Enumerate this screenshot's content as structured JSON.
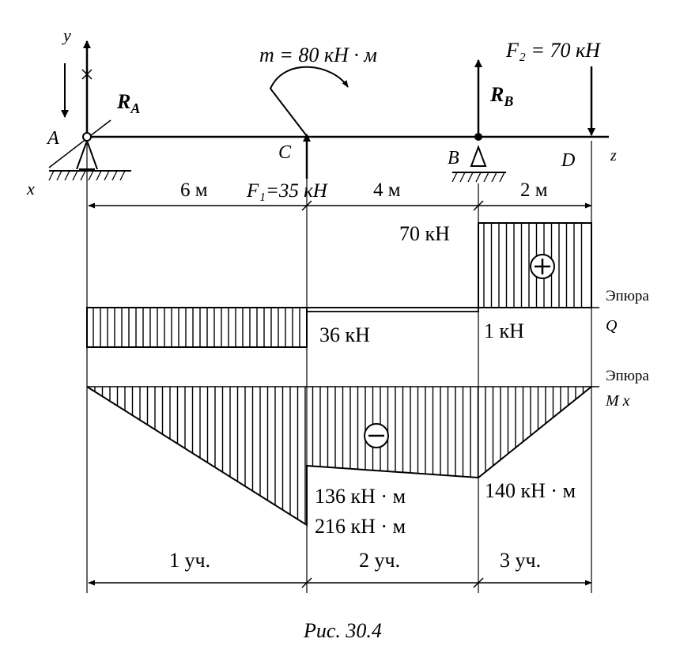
{
  "labels": {
    "y_axis": "y",
    "x_axis": "x",
    "z_axis": "z",
    "point_a": "A",
    "point_b": "B",
    "point_c": "C",
    "point_d": "D",
    "ra_main": "R",
    "ra_sub": "A",
    "rb_main": "R",
    "rb_sub": "B",
    "moment": "m = 80 кН · м",
    "f2": "F₂ = 70 кН",
    "f1": "F₁=35 кН",
    "dim_1": "6 м",
    "dim_2": "4 м",
    "dim_3": "2 м",
    "q_70": "70 кН",
    "q_36": "36 кН",
    "q_1": "1 кН",
    "q_title_1": "Эпюра",
    "q_title_2": "Q",
    "m_title_1": "Эпюра",
    "m_title_2": "M x",
    "m_136": "136 кН · м",
    "m_216": "216 кН · м",
    "m_140": "140 кН · м",
    "sect_1": "1 уч.",
    "sect_2": "2 уч.",
    "sect_3": "3 уч.",
    "caption": "Рис. 30.4"
  },
  "chart_data": [
    {
      "type": "area",
      "name": "Эпюра Q",
      "x": [
        0,
        6,
        6,
        10,
        10,
        12
      ],
      "y": [
        -36,
        -36,
        -1,
        -1,
        70,
        70
      ],
      "labels": [
        "36 кН",
        "1 кН",
        "70 кН"
      ]
    },
    {
      "type": "area",
      "name": "Эпюра Mx",
      "x": [
        0,
        6,
        6,
        10,
        12
      ],
      "y": [
        0,
        -216,
        -136,
        -140,
        0
      ],
      "labels": [
        "216 кН · м",
        "136 кН · м",
        "140 кН · м"
      ]
    }
  ]
}
